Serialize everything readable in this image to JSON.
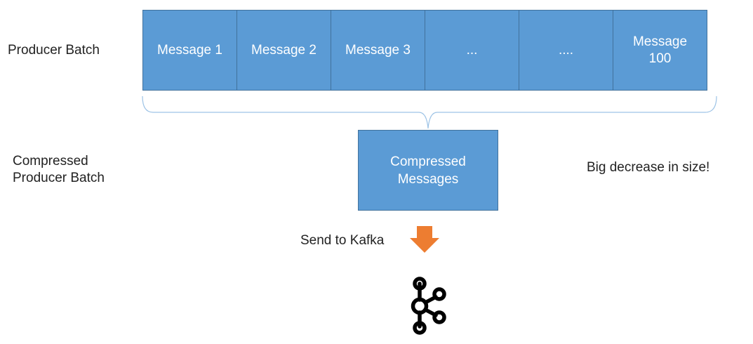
{
  "labels": {
    "producer_batch": "Producer Batch",
    "compressed_producer_batch": "Compressed\nProducer Batch",
    "big_decrease": "Big decrease in size!",
    "send_to_kafka": "Send to Kafka"
  },
  "batch": {
    "messages": [
      "Message 1",
      "Message 2",
      "Message 3",
      "...",
      "....",
      "Message 100"
    ]
  },
  "compressed": {
    "label": "Compressed\nMessages"
  },
  "colors": {
    "box_fill": "#5b9bd5",
    "box_border": "#41719c",
    "arrow": "#ed7d31",
    "brace": "#9dc3e6",
    "logo": "#000000"
  },
  "icons": {
    "arrow": "down-arrow-icon",
    "logo": "kafka-logo-icon"
  }
}
